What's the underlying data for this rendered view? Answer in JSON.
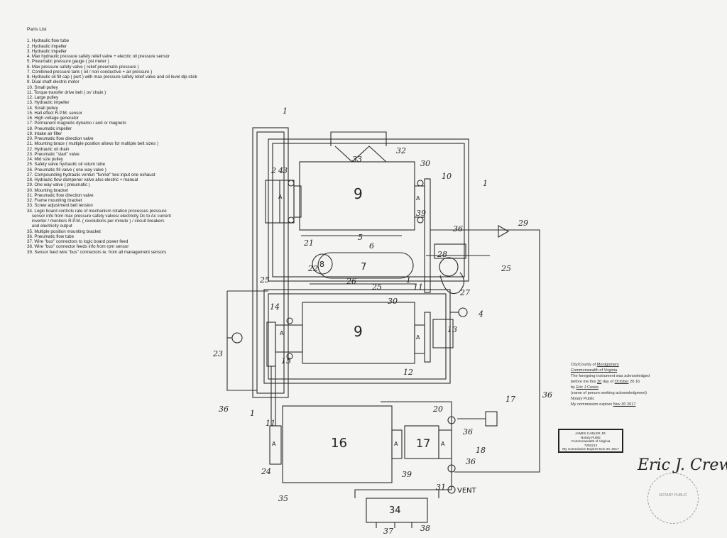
{
  "parts_list": {
    "title": "Parts List",
    "items": [
      "1. Hydraulic flow tube",
      "2. Hydraulic impeller",
      "3. Hydraulic impeller",
      "4. Max hydraulic pressure safety relief valve + electric oil pressure sensor",
      "5. Pneumatic pressure gauge ( psi meter )",
      "6. Max pressure safety valve ( relief pneumatic pressure )",
      "7. Combined pressure tank ( oil / non conductive + air pressure )",
      "8. Hydraulic oil fill cap ( port ) with max pressure safety relief valve and oil level dip stick",
      "9. Dual shaft electric motor",
      "10. Small pulley",
      "11. Torque transfer drive belt ( or/ chain )",
      "12. Large pulley",
      "13. Hydraulic impeller",
      "14. Small pulley",
      "15. Hall effect R.P.M. sensor",
      "16. High voltage generator",
      "17. Permanent magnetic dynamo / and or magneto",
      "18. Pneumatic impeller",
      "19. Intake air filter",
      "20. Pneumatic flow direction valve",
      "21. Mounting brace ( multiple position allows for multiple belt sizes )",
      "22. Hydraulic oil drain",
      "23. Pneumatic \"start\" valve",
      "24. Mid size pulley",
      "25. Safety valve hydraulic oil return tube",
      "26. Pneumatic fill valve ( one way valve )",
      "27. Compounding hydraulic venturi \"funnel\" two input one exhaust",
      "28. Hydraulic flow dampener valve also electric + manual",
      "29. One way valve ( pneumatic )",
      "30. Mounting bracket",
      "31. Pneumatic flow direction valve",
      "32. Frame mounting bracket",
      "33. Screw adjustment belt tension",
      "34. Logic board controls rate of mechanism rotation processes pressure",
      "    sensor info from max pressure safety valves/ electricity Dc to Ac current",
      "    inverter / monitors R.P.M. ( revolutions per minute ) / circuit breakers",
      "    and electricity output",
      "35. Multiple position mounting bracket",
      "36. Pneumatic flow tube",
      "37. Wire \"bus\" connectors to logic board power feed",
      "38. Wire \"bus\" connector feeds info from rpm sensor",
      "39. Sensor feed wire \"bus\" connectors ie. from all management sensors"
    ]
  },
  "diagram": {
    "components": {
      "motor_top": "9",
      "motor_bottom": "9",
      "generator": "16",
      "dynamo": "17",
      "tank": "7",
      "fill_cap": "8",
      "logic_board": "34",
      "pulley_letter": "A",
      "vent": "VENT"
    },
    "callouts": [
      "1",
      "1",
      "1",
      "1",
      "2",
      "3",
      "4",
      "4",
      "5",
      "6",
      "10",
      "11",
      "11",
      "12",
      "13",
      "14",
      "15",
      "17",
      "18",
      "20",
      "21",
      "22",
      "23",
      "24",
      "25",
      "25",
      "25",
      "26",
      "27",
      "28",
      "29",
      "30",
      "30",
      "31",
      "32",
      "33",
      "35",
      "36",
      "36",
      "36",
      "36",
      "36",
      "37",
      "38",
      "39",
      "39"
    ]
  },
  "notary": {
    "county_line": "City/County of",
    "county_value": "Montgomery",
    "commonwealth": "Commonwealth of Virginia",
    "line1": "The foregoing instrument was acknowledged",
    "line2_prefix": "before me this",
    "line2_day": "30",
    "line2_mid": "day of",
    "line2_month": "October",
    "line2_year": "20 16",
    "by_prefix": "by",
    "by_value": "Eric J Crews",
    "name_note": "(name of person seeking acknowledgment)",
    "notary_public": "Notary Public",
    "commission_label": "My commission expires",
    "commission_value": "Nov 30 2017",
    "stamp": {
      "name": "JAMES CABLER JR.",
      "title": "Notary Public",
      "state": "Commonwealth of Virginia",
      "reg": "7292213",
      "expires": "My Commission Expires Nov 30, 2017"
    },
    "signature": "Eric J. Crews",
    "seal_text": "NOTARY PUBLIC"
  }
}
